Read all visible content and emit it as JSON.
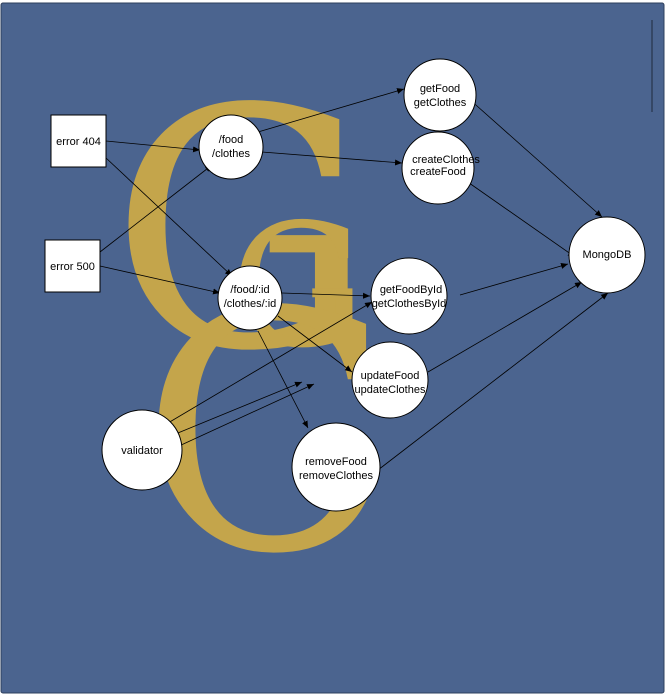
{
  "colors": {
    "background": "#4B648F",
    "logo": "#C4A54B",
    "node_fill": "#FFFFFF",
    "node_stroke": "#000000",
    "edge": "#000000"
  },
  "logo": {
    "letters": [
      "G",
      "C",
      "G"
    ]
  },
  "nodes": {
    "error404": "error 404",
    "error500": "error 500",
    "food_clothes": [
      "/food",
      "/clothes"
    ],
    "food_clothes_id": [
      "/food/:id",
      "/clothes/:id"
    ],
    "get_food": [
      "getFood",
      "getClothes"
    ],
    "create_clothes": [
      "createClothes",
      "createFood"
    ],
    "get_by_id": [
      "getFoodById",
      "getClothesById"
    ],
    "update": [
      "updateFood",
      "updateClothes"
    ],
    "remove": [
      "removeFood",
      "removeClothes"
    ],
    "validator": "validator",
    "mongodb": "MongoDB"
  }
}
